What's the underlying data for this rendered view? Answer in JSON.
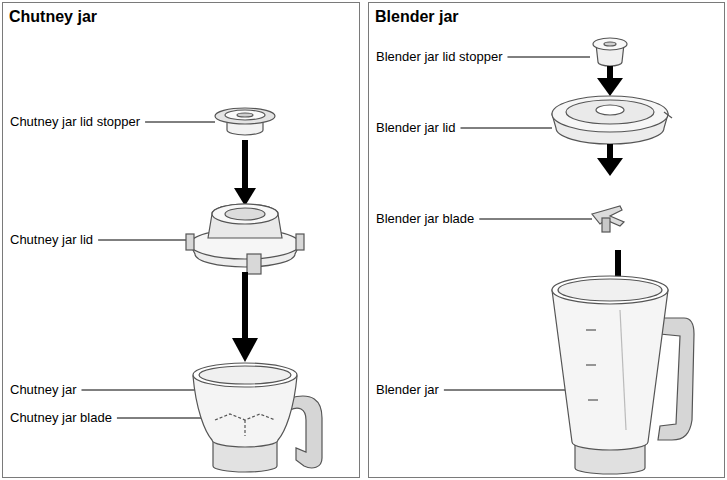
{
  "diagram": {
    "nodes": [
      {
        "text": [
          "Chutney jar"
        ]
      },
      {
        "text": [
          "Blender jar"
        ]
      }
    ],
    "labels": [
      "Chutney jar lid stopper",
      "Chutney jar lid",
      "Chutney jar",
      "Chutney jar blade",
      "Blender jar lid stopper",
      "Blender jar lid",
      "Blender jar blade",
      "Blender jar"
    ]
  }
}
